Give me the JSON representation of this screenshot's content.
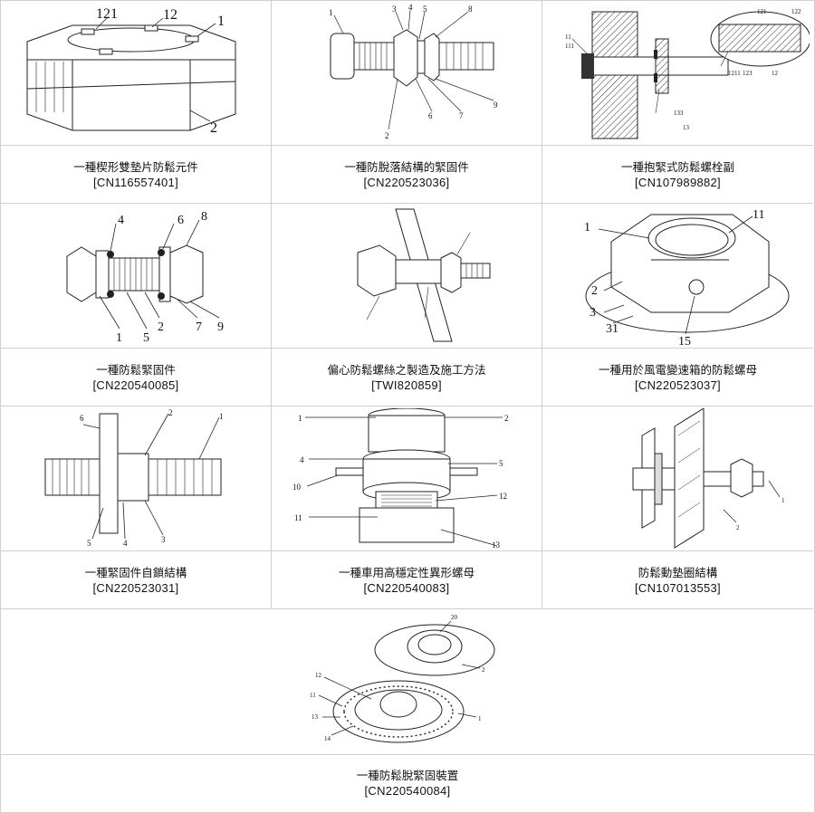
{
  "patents": [
    {
      "title": "一種楔形雙墊片防鬆元件",
      "number": "[CN116557401]",
      "labels": [
        "121",
        "12",
        "1",
        "2"
      ]
    },
    {
      "title": "一種防脫落結構的緊固件",
      "number": "[CN220523036]",
      "labels": [
        "1",
        "3",
        "4",
        "5",
        "8",
        "2",
        "6",
        "7",
        "9"
      ]
    },
    {
      "title": "一種抱緊式防鬆螺栓副",
      "number": "[CN107989882]",
      "labels": [
        "11",
        "111",
        "122",
        "121",
        "13",
        "1211",
        "123",
        "12",
        "133"
      ]
    },
    {
      "title": "一種防鬆緊固件",
      "number": "[CN220540085]",
      "labels": [
        "4",
        "6",
        "8",
        "1",
        "5",
        "2",
        "7",
        "9"
      ]
    },
    {
      "title": "偏心防鬆螺絲之製造及施工方法",
      "number": "[TWI820859]",
      "labels": []
    },
    {
      "title": "一種用於風電變速箱的防鬆螺母",
      "number": "[CN220523037]",
      "labels": [
        "1",
        "11",
        "2",
        "3",
        "31",
        "15"
      ]
    },
    {
      "title": "一種緊固件自鎖結構",
      "number": "[CN220523031]",
      "labels": [
        "6",
        "2",
        "1",
        "5",
        "4",
        "3"
      ]
    },
    {
      "title": "一種車用高穩定性異形螺母",
      "number": "[CN220540083]",
      "labels": [
        "1",
        "2",
        "4",
        "5",
        "10",
        "12",
        "11",
        "13"
      ]
    },
    {
      "title": "防鬆動墊圈結構",
      "number": "[CN107013553]",
      "labels": [
        "1",
        "2"
      ]
    },
    {
      "title": "一種防鬆脫緊固裝置",
      "number": "[CN220540084]",
      "labels": [
        "20",
        "2",
        "12",
        "11",
        "13",
        "14",
        "1"
      ]
    }
  ]
}
